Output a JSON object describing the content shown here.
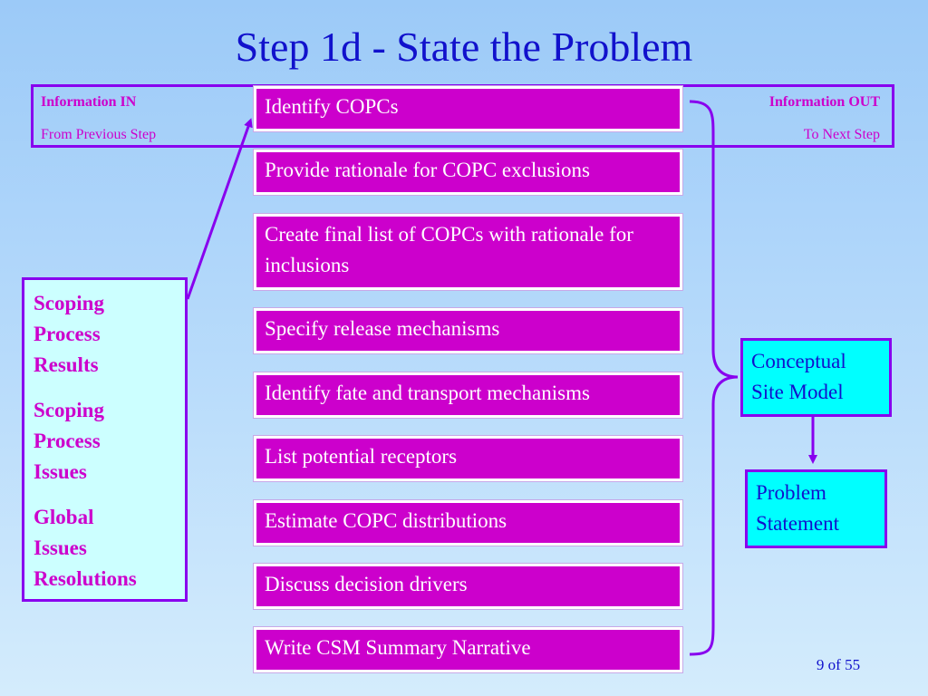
{
  "title": "Step 1d - State the Problem",
  "info": {
    "in_label": "Information IN",
    "in_sub": "From Previous Step",
    "out_label": "Information OUT",
    "out_sub": "To Next Step"
  },
  "steps": [
    "Identify COPCs",
    "Provide rationale for COPC exclusions",
    "Create final list of COPCs with rationale for inclusions",
    "Specify release mechanisms",
    "Identify fate and transport mechanisms",
    "List potential receptors",
    "Estimate COPC distributions",
    "Discuss decision drivers",
    "Write CSM Summary Narrative"
  ],
  "inputs": [
    "Scoping\nProcess\nResults",
    "Scoping\nProcess\nIssues",
    "Global\nIssues\nResolutions"
  ],
  "outputs": {
    "csm": "Conceptual\nSite Model",
    "problem": "Problem\nStatement"
  },
  "page_number": "9 of 55",
  "colors": {
    "title": "#1111cc",
    "step_fill": "#cc00cc",
    "border": "#8800ee",
    "input_fill": "#ccffff",
    "output_fill": "#00ffff"
  }
}
